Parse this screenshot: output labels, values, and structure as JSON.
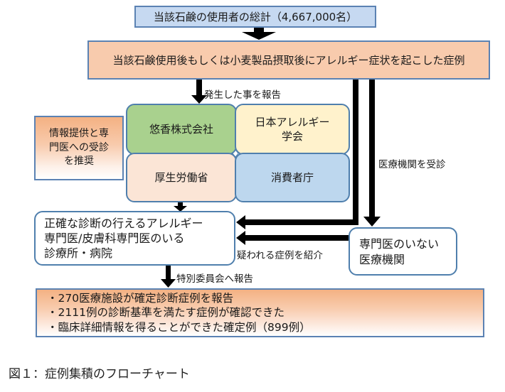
{
  "figure": {
    "total_users": "当該石鹸の使用者の総計（4,667,000名）",
    "cases": "当該石鹸使用後もしくは小麦製品摂取後にアレルギー症状を起こした症例",
    "organizations": {
      "yuka": "悠香株式会社",
      "jsa": "日本アレルギー\n学会",
      "mhlw": "厚生労働省",
      "caa": "消費者庁"
    },
    "recommend": "情報提供と専\n門医への受診\nを推奨",
    "specialist_clinic": "正確な診断の行えるアレルギー\n専門医/皮膚科専門医のいる\n診療所・病院",
    "nonspecialist_clinic": "専門医のいない\n医療機関",
    "results": [
      "・270医療施設が確定診断症例を報告",
      "・2111例の診断基準を満たす症例が確認できた",
      "・臨床詳細情報を得ることができた確定例（899例）"
    ],
    "labels": {
      "report_occurrence": "発生した事を報告",
      "visit_hospital": "医療機関を受診",
      "refer_cases": "疑われる症例を紹介",
      "report_committee": "特別委員会へ報告"
    },
    "caption": "図１：症例集積のフローチャート"
  },
  "colors": {
    "box_border": "#5b82b3",
    "total_fill": "#c6d9f1",
    "cases_fill": "#f8cbad",
    "yuka_fill": "#a9d18e",
    "jsa_fill": "#fff2cc",
    "mhlw_fill": "#fbe5d6",
    "caa_fill": "#bdd7ee",
    "arrow": "#000000"
  }
}
